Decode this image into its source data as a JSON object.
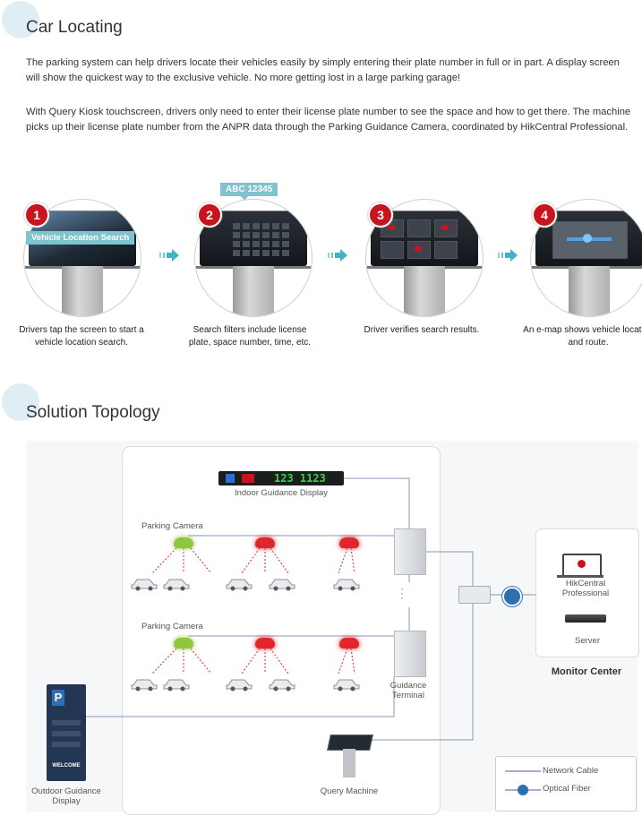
{
  "sections": {
    "car_locating": {
      "title": "Car Locating",
      "para1": "The parking system can help drivers locate their vehicles easily by simply entering their plate number in full or in part. A display screen will show the quickest way to the exclusive vehicle. No more getting lost in a large parking garage!",
      "para2": "With Query Kiosk touchscreen, drivers only need to enter their license plate number to see the space and how to get there. The machine picks up their license plate number from the ANPR data through the Parking Guidance Camera, coordinated by HikCentral Professional."
    },
    "topology": {
      "title": "Solution Topology"
    }
  },
  "steps": [
    {
      "number": "1",
      "caption": "Drivers tap the screen to start a vehicle location search.",
      "overlay": "Vehicle Location Search"
    },
    {
      "number": "2",
      "caption": "Search filters include license plate, space number, time, etc.",
      "callout": "ABC 12345"
    },
    {
      "number": "3",
      "caption": "Driver verifies search results."
    },
    {
      "number": "4",
      "caption": "An e-map shows vehicle location and route."
    }
  ],
  "topology": {
    "indoor_display": "Indoor Guidance Display",
    "led_text": "123 1123",
    "camera_row_1": "Parking Camera",
    "camera_row_2": "Parking Camera",
    "guidance_terminal": "Guidance Terminal",
    "outdoor_display": "Outdoor Guidance Display",
    "outdoor_welcome": "WELCOME",
    "query_machine": "Query Machine",
    "hikcentral": "HikCentral Professional",
    "server": "Server",
    "monitor_center": "Monitor Center",
    "legend": {
      "network_cable": "Network Cable",
      "optical_fiber": "Optical Fiber"
    }
  },
  "colors": {
    "accent_red": "#c8141e",
    "camera_green": "#8ec63f",
    "camera_red": "#e0262d",
    "callout_teal": "#7fc3cf",
    "line_blue": "#8a93b8"
  }
}
